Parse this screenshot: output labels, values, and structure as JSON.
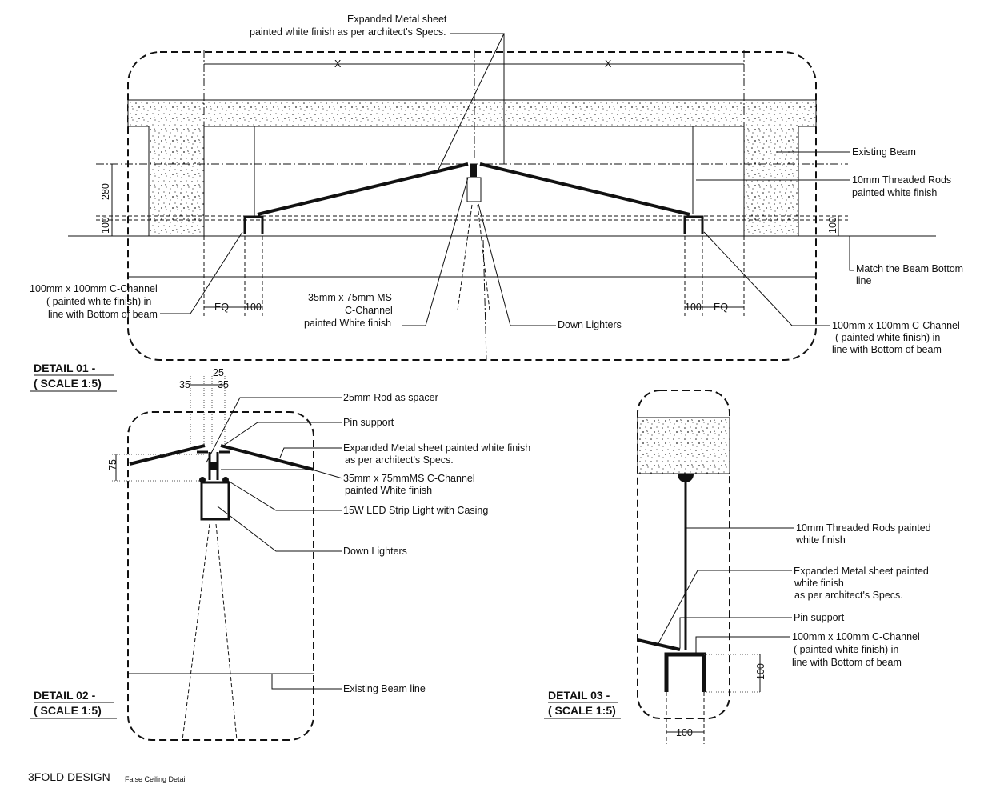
{
  "detail01": {
    "title": "DETAIL 01 -",
    "scale": "( SCALE 1:5)",
    "dim_x_left": "X",
    "dim_x_right": "X",
    "dim_280": "280",
    "dim_100_left": "100",
    "dim_100_right": "100",
    "dim_eq_left": "EQ",
    "dim_100_bottom_left": "100",
    "dim_100_bottom_right": "100",
    "dim_eq_right": "EQ",
    "labels": {
      "expanded_metal": [
        "Expanded Metal sheet",
        "painted white finish as per architect's Specs."
      ],
      "existing_beam": [
        "Existing Beam"
      ],
      "threaded_rods": [
        "10mm Threaded Rods",
        "painted white finish"
      ],
      "match_beam": [
        "Match the Beam Bottom",
        "line"
      ],
      "c_channel_left": [
        "100mm x 100mm C-Channel",
        "( painted white finish)    in",
        "line with Bottom of beam"
      ],
      "ms_channel": [
        "35mm x 75mm MS",
        "C-Channel",
        "painted White finish"
      ],
      "down_lighters": [
        "Down Lighters"
      ],
      "c_channel_right": [
        "100mm x 100mm C-Channel",
        "( painted white finish)    in",
        "line with Bottom of beam"
      ]
    }
  },
  "detail02": {
    "title": "DETAIL 02 -",
    "scale": "( SCALE 1:5)",
    "dim_25": "25",
    "dim_35_left": "35",
    "dim_35_right": "35",
    "dim_75": "75",
    "labels": {
      "rod_spacer": [
        "25mm Rod as spacer"
      ],
      "pin_support": [
        "Pin support"
      ],
      "expanded_metal": [
        "Expanded Metal sheet painted white finish",
        "as per architect's Specs."
      ],
      "ms_channel": [
        "35mm x 75mmMS C-Channel",
        "painted White finish"
      ],
      "led_strip": [
        "15W LED Strip Light with Casing"
      ],
      "down_lighters": [
        "Down Lighters"
      ],
      "beam_line": [
        "Existing Beam line"
      ]
    }
  },
  "detail03": {
    "title": "DETAIL 03 -",
    "scale": "( SCALE 1:5)",
    "dim_100_vertical": "100",
    "dim_100_bottom": "100",
    "labels": {
      "threaded_rods": [
        "10mm Threaded Rods painted",
        "white finish"
      ],
      "expanded_metal": [
        "Expanded Metal sheet painted",
        "white finish",
        "as per architect's Specs."
      ],
      "pin_support": [
        "Pin support"
      ],
      "c_channel": [
        "100mm x 100mm C-Channel",
        "( painted white finish)    in",
        "line with Bottom of beam"
      ]
    }
  },
  "footer": {
    "brand": "3FOLD DESIGN",
    "subtitle": "False Ceiling Detail"
  }
}
